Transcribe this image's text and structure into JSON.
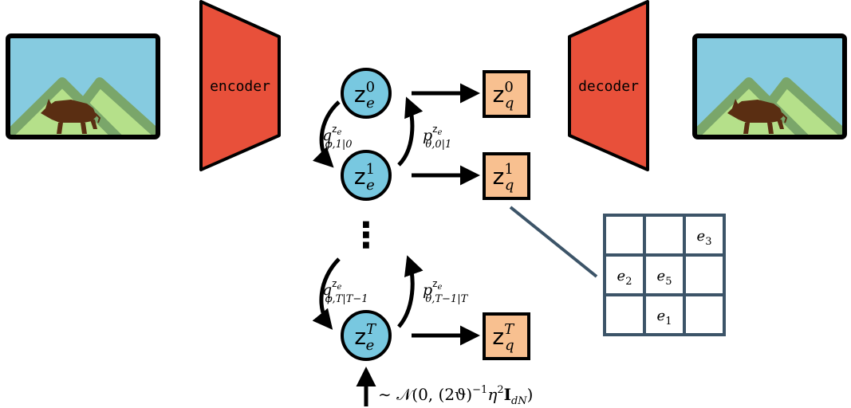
{
  "colors": {
    "sky": "#86cbe0",
    "mountain_fill": "#b5e08a",
    "mountain_edge": "#7aa66a",
    "boar": "#5a2e12",
    "coder": "#e8503a",
    "latent_node": "#78c8e0",
    "quant_box": "#f8c090",
    "grid_stroke": "#3c5468",
    "ink": "#000000"
  },
  "icons": {
    "input_image": "mountain-boar-image-icon",
    "output_image": "mountain-boar-image-icon"
  },
  "encoder": {
    "label": "encoder"
  },
  "decoder": {
    "label": "decoder"
  },
  "nodes": {
    "z0": {
      "base": "z",
      "sub": "e",
      "sup": "0"
    },
    "z1": {
      "base": "z",
      "sub": "e",
      "sup": "1"
    },
    "zT": {
      "base": "z",
      "sub": "e",
      "sup": "T"
    }
  },
  "quantized": {
    "q0": {
      "base": "z",
      "sub": "q",
      "sup": "0"
    },
    "q1": {
      "base": "z",
      "sub": "q",
      "sup": "1"
    },
    "qT": {
      "base": "z",
      "sub": "q",
      "sup": "T"
    }
  },
  "ellipsis": "⋮",
  "transitions": {
    "forward_top": {
      "base": "q",
      "sub": "φ,1|0",
      "sup": "z",
      "supsub": "e"
    },
    "reverse_top": {
      "base": "p",
      "sub": "θ,0|1",
      "sup": "z",
      "supsub": "e"
    },
    "forward_bottom": {
      "base": "q",
      "sub": "φ,T|T−1",
      "sup": "z",
      "supsub": "e"
    },
    "reverse_bottom": {
      "base": "p",
      "sub": "θ,T−1|T",
      "sup": "z",
      "supsub": "e"
    }
  },
  "prior": {
    "prefix": "∼ 𝒩(0, (2ϑ)",
    "inv": "−1",
    "eta": "η",
    "eta_sup": "2",
    "identity": "I",
    "id_sub": "dN",
    "suffix": ")"
  },
  "codebook": {
    "rows": [
      [
        "",
        "",
        "3"
      ],
      [
        "2",
        "5",
        ""
      ],
      [
        "",
        "1",
        ""
      ]
    ],
    "symbol": "e"
  }
}
